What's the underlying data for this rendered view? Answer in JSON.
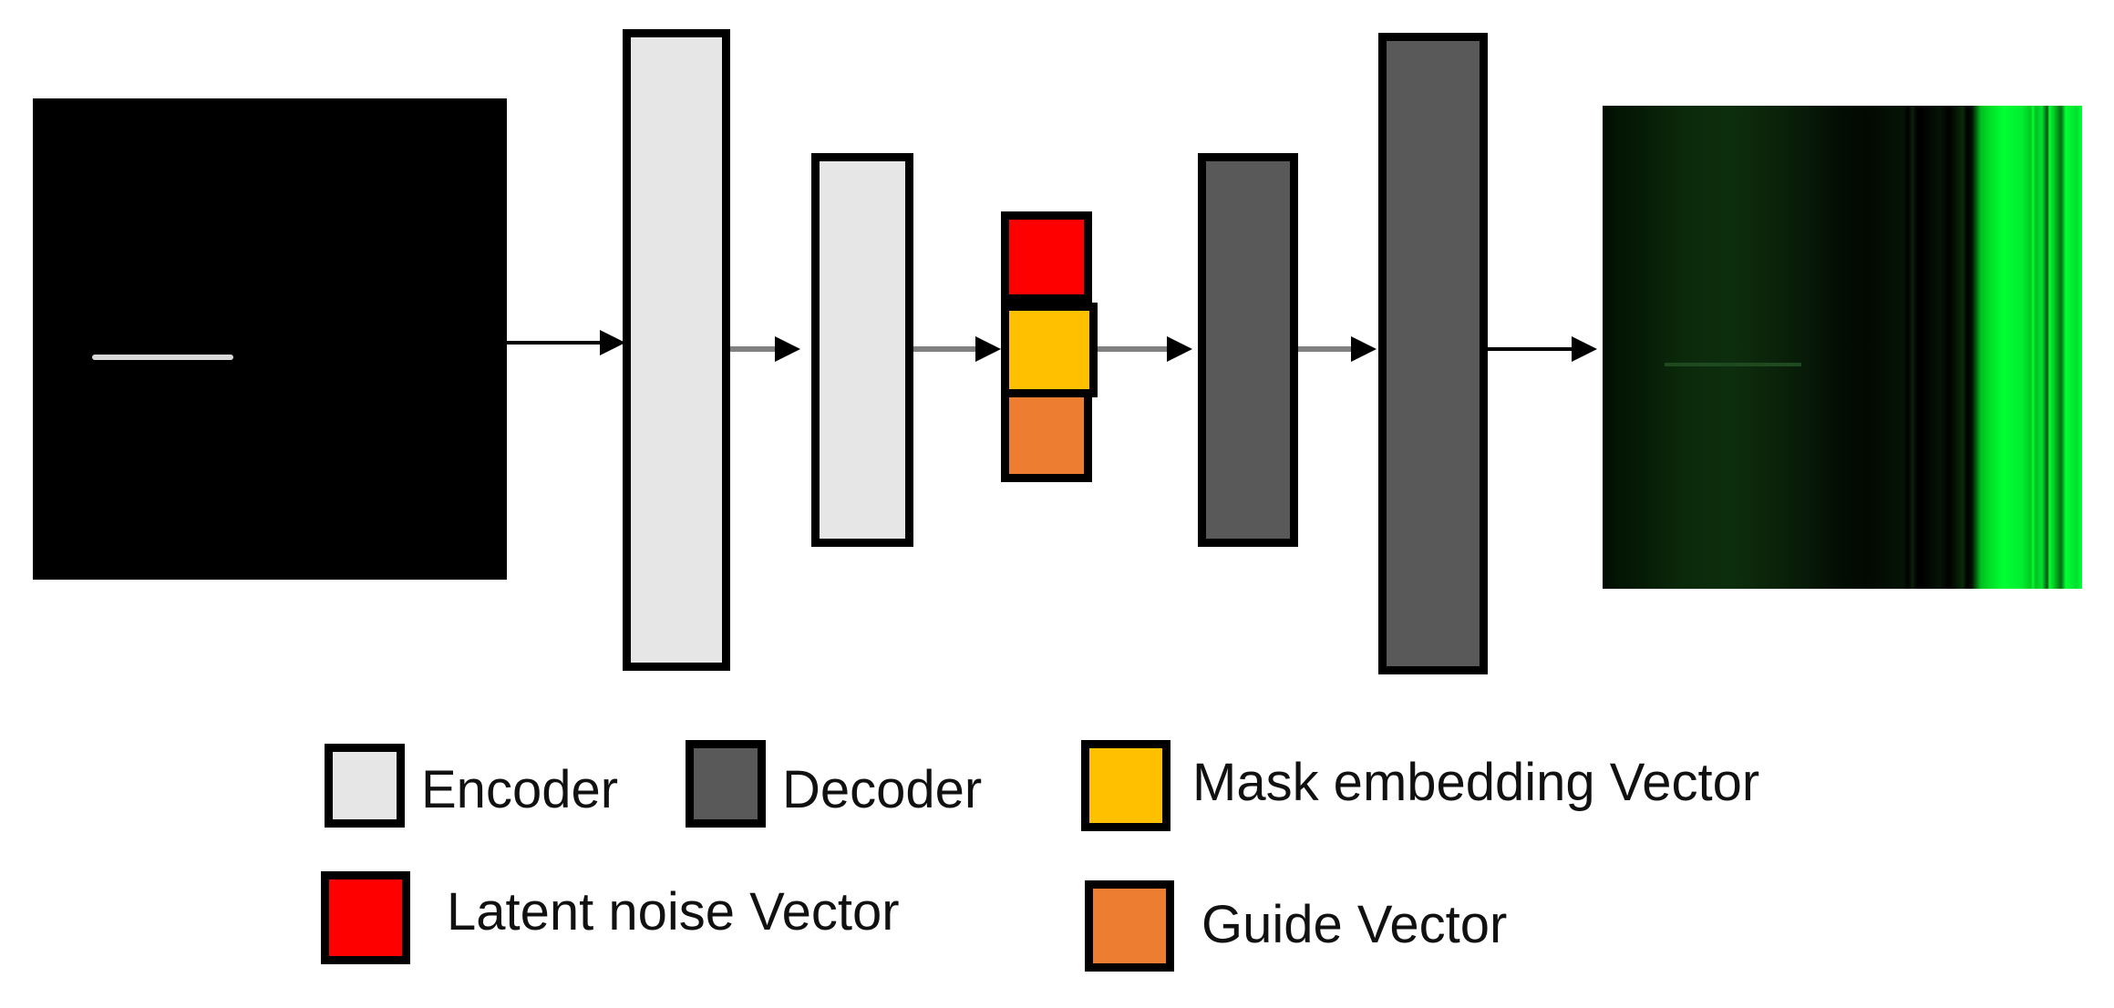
{
  "diagram": {
    "colors": {
      "encoder": "#e6e6e6",
      "decoder": "#595959",
      "latent_noise": "#ff0000",
      "mask_embedding": "#ffc000",
      "guide": "#ed7d31",
      "output_green": "#00ff33"
    },
    "input_image": "black image with thin white horizontal line",
    "output_image": "dark green image with bright green vertical stripes"
  },
  "legend": {
    "encoder": "Encoder",
    "decoder": "Decoder",
    "mask_embedding": "Mask embedding Vector",
    "latent_noise": "Latent noise Vector",
    "guide": "Guide Vector"
  }
}
